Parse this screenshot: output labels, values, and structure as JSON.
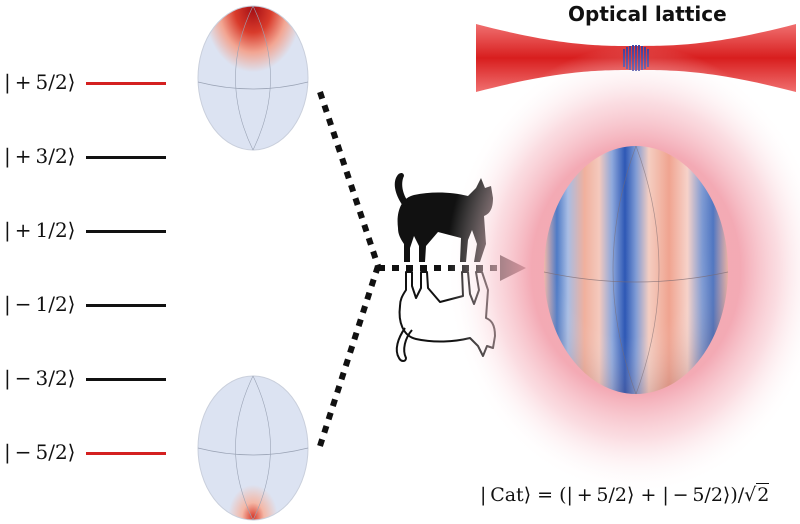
{
  "levels": [
    {
      "label": "| + 5/2⟩",
      "color": "#d42020"
    },
    {
      "label": "| + 3/2⟩",
      "color": "#111111"
    },
    {
      "label": "| + 1/2⟩",
      "color": "#111111"
    },
    {
      "label": "| − 1/2⟩",
      "color": "#111111"
    },
    {
      "label": "| − 3/2⟩",
      "color": "#111111"
    },
    {
      "label": "| − 5/2⟩",
      "color": "#d42020"
    }
  ],
  "lattice": {
    "title": "Optical lattice"
  },
  "formula": {
    "lhs": "| Cat⟩ = (| + 5/2⟩ + | − 5/2⟩)/",
    "sqrt_sym": "√",
    "sqrt_arg": "2"
  },
  "colors": {
    "red": "#d42020",
    "blue": "#2850b0",
    "sphere_base": "#dce3f2",
    "ink": "#111111"
  },
  "icons": [
    "cat-icon",
    "upside-down-cat-icon",
    "arrow-icon"
  ]
}
